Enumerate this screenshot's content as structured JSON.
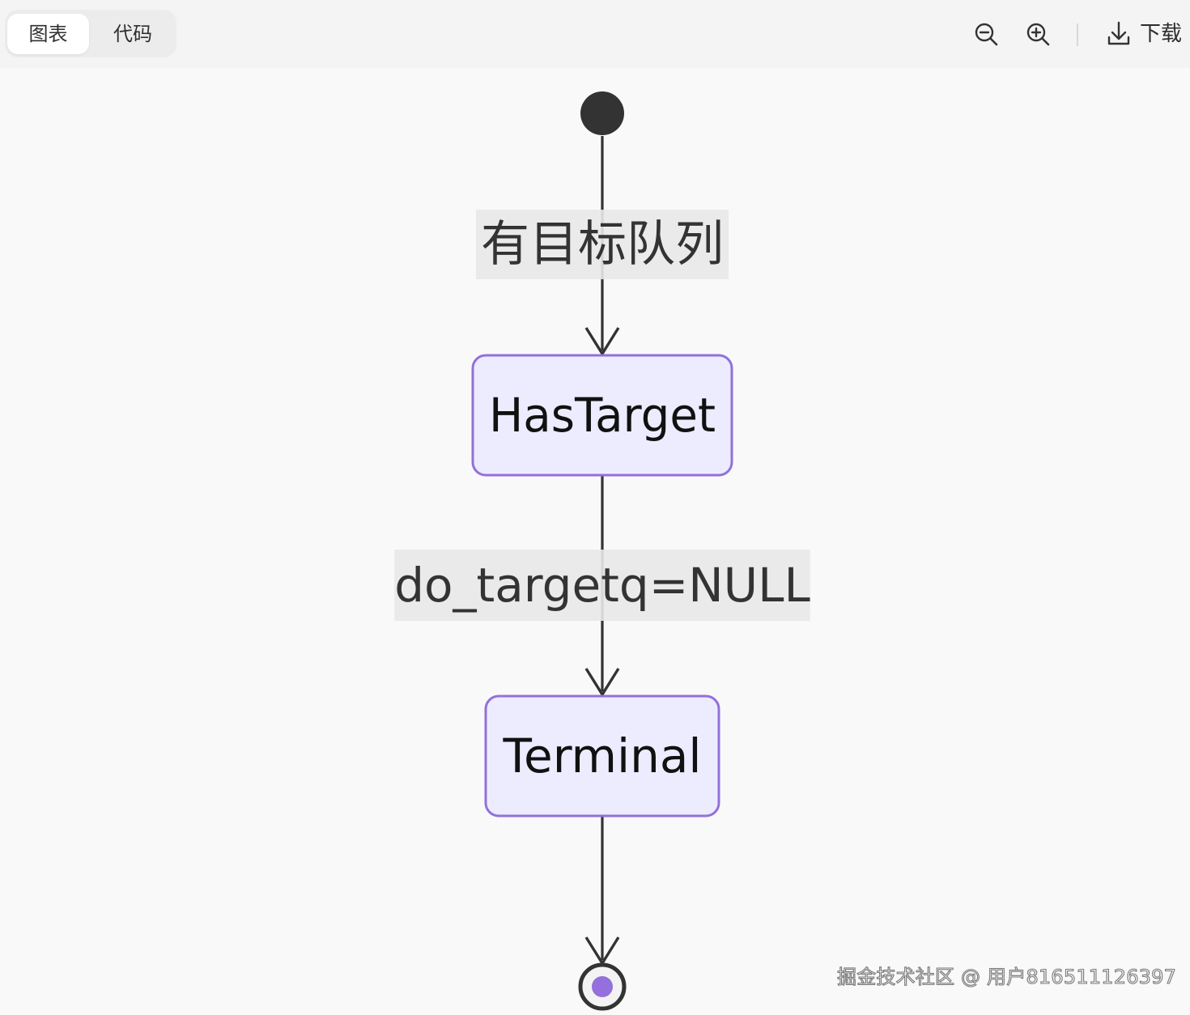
{
  "toolbar": {
    "tabs": [
      {
        "label": "图表",
        "active": true
      },
      {
        "label": "代码",
        "active": false
      }
    ],
    "zoom_out_icon": "zoom-out-icon",
    "zoom_in_icon": "zoom-in-icon",
    "download_icon": "download-icon",
    "download_label": "下载"
  },
  "diagram": {
    "type": "state",
    "states": [
      {
        "id": "start",
        "kind": "start"
      },
      {
        "id": "HasTarget",
        "kind": "state",
        "label": "HasTarget"
      },
      {
        "id": "Terminal",
        "kind": "state",
        "label": "Terminal"
      },
      {
        "id": "end",
        "kind": "end"
      }
    ],
    "transitions": [
      {
        "from": "start",
        "to": "HasTarget",
        "label": "有目标队列"
      },
      {
        "from": "HasTarget",
        "to": "Terminal",
        "label": "do_targetq=NULL"
      },
      {
        "from": "Terminal",
        "to": "end",
        "label": ""
      }
    ],
    "colors": {
      "state_fill": "#ececfe",
      "state_stroke": "#9370db",
      "edge": "#333333",
      "label_bg": "#e8e8e8",
      "start_fill": "#333333",
      "end_inner": "#9370db"
    }
  },
  "watermark": "掘金技术社区 @ 用户816511126397"
}
